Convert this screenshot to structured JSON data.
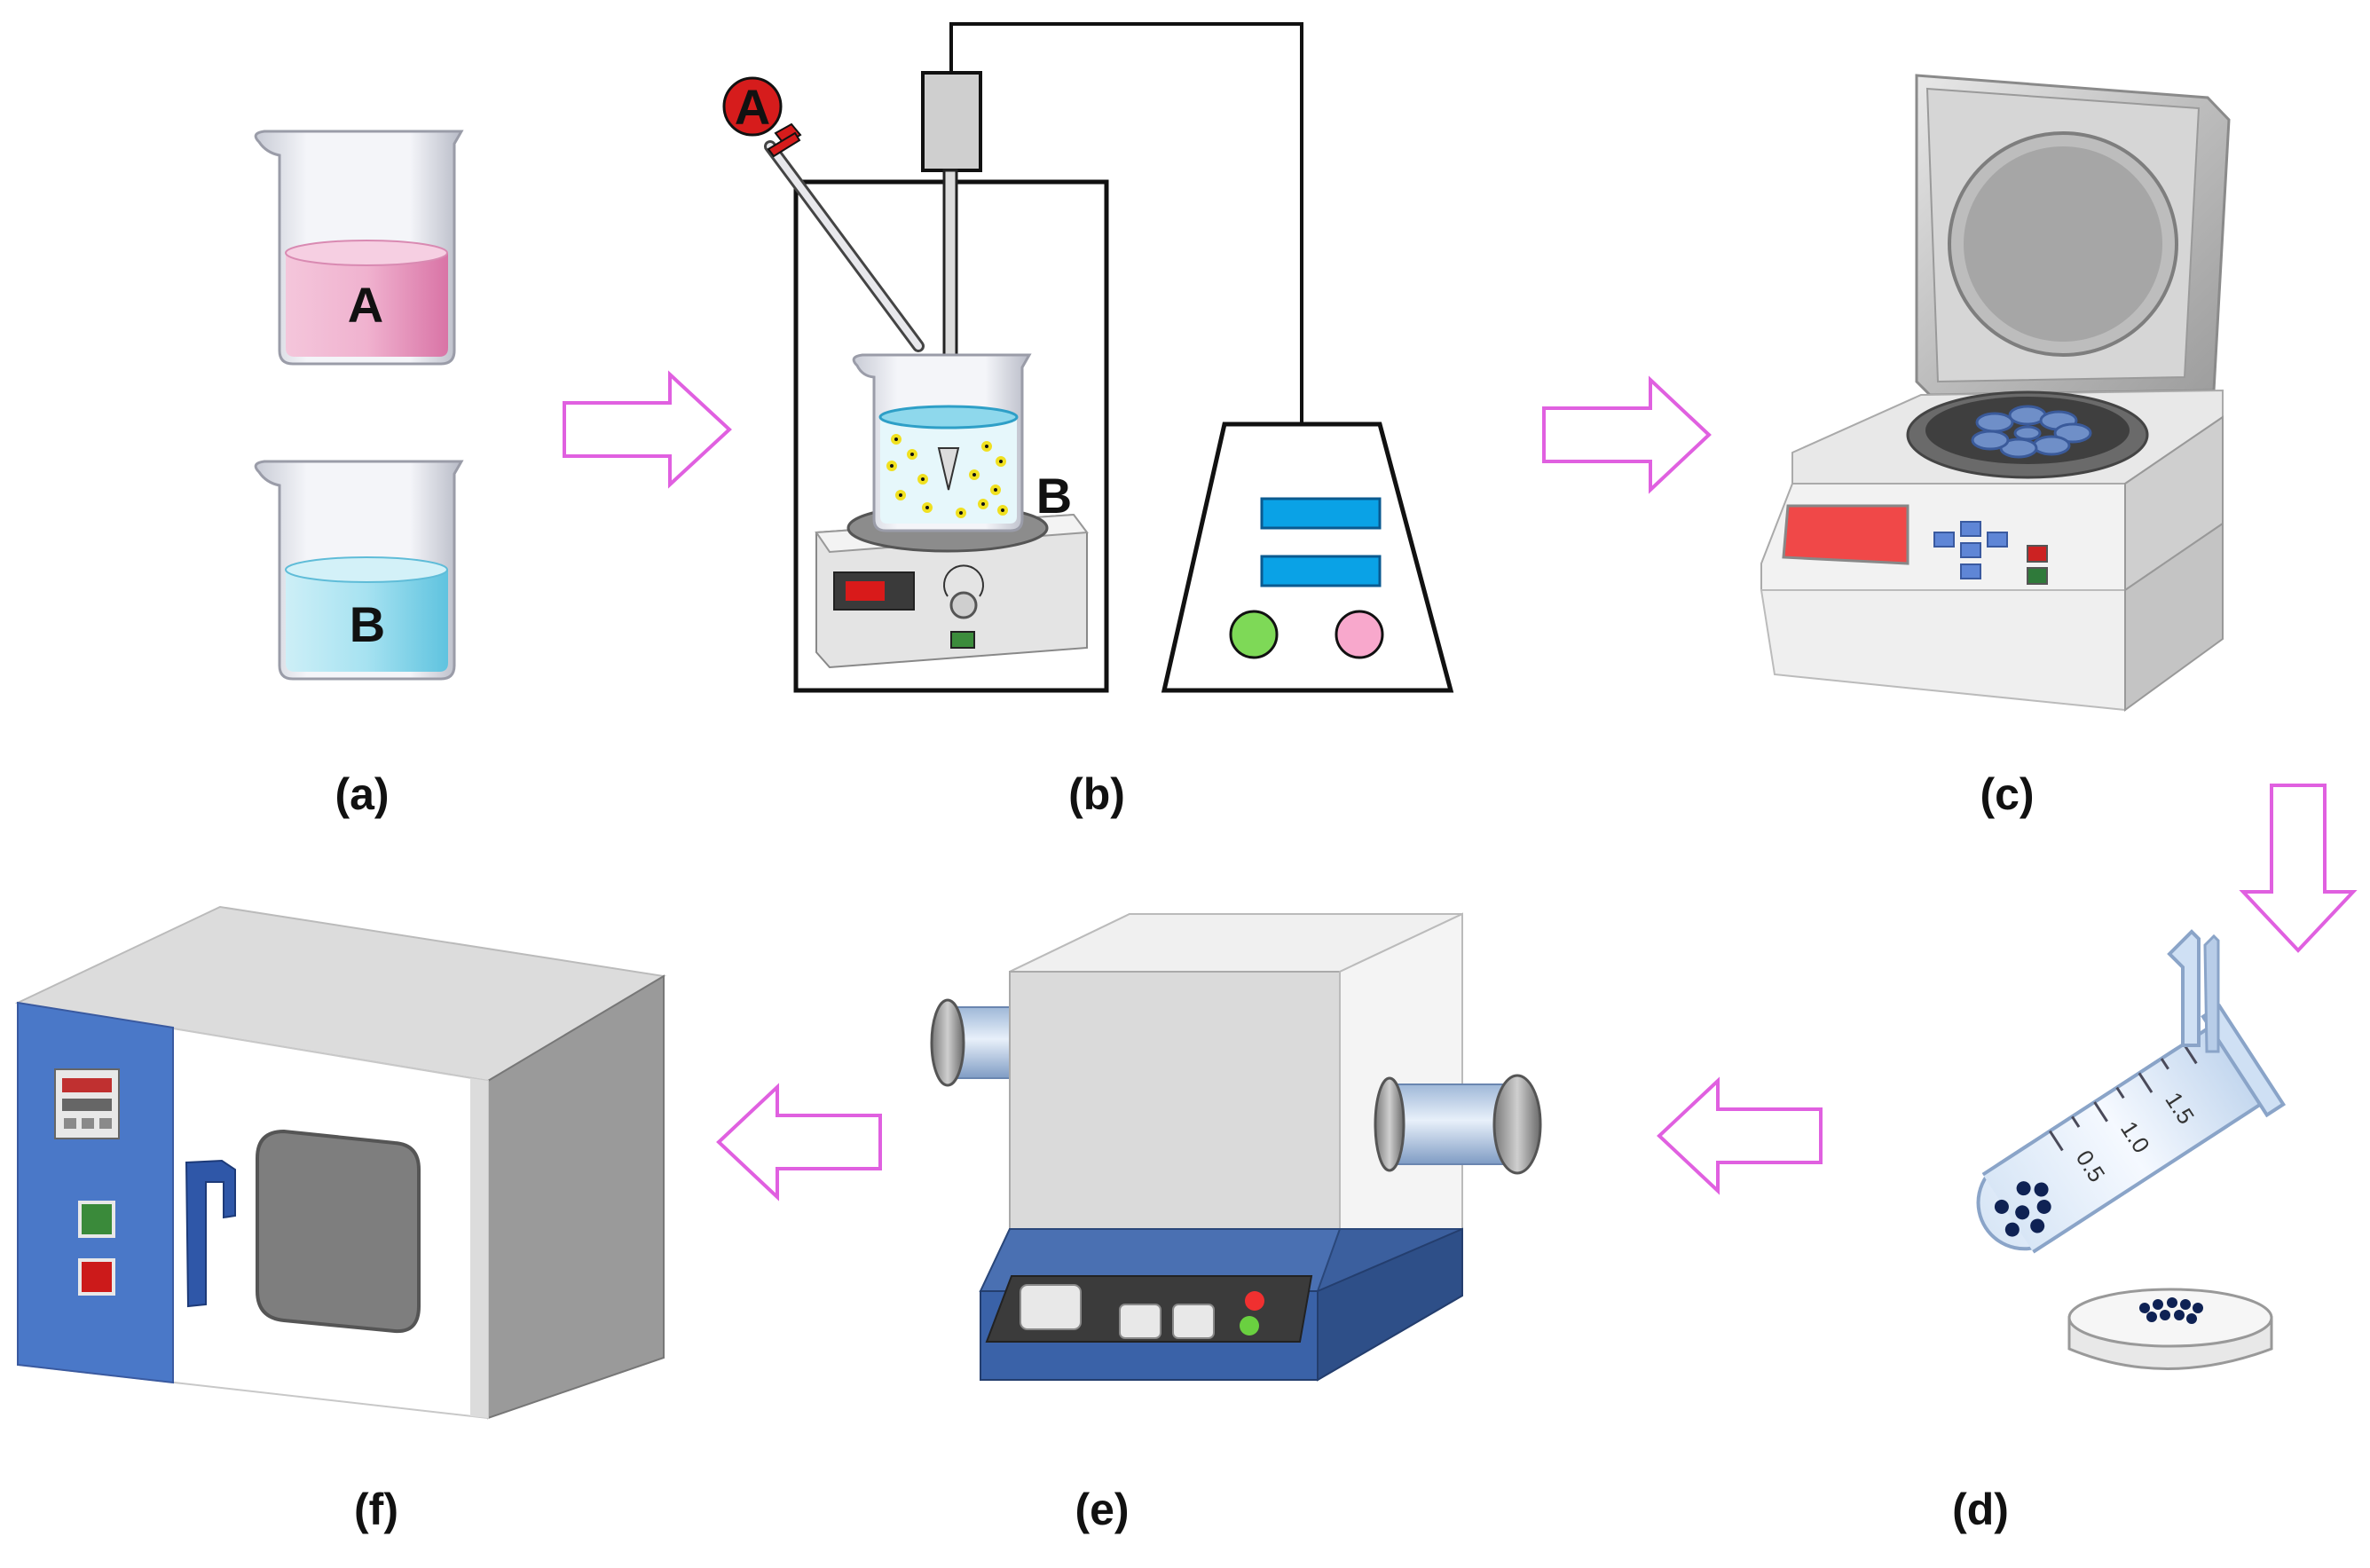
{
  "panels": {
    "a": {
      "label": "(a)",
      "beaker_a": "A",
      "beaker_b": "B"
    },
    "b": {
      "label": "(b)",
      "dropper": "A",
      "beaker": "B"
    },
    "c": {
      "label": "(c)"
    },
    "d": {
      "label": "(d)",
      "tube_marks": [
        "0.5",
        "1.0",
        "1.5"
      ]
    },
    "e": {
      "label": "(e)"
    },
    "f": {
      "label": "(f)"
    }
  },
  "colors": {
    "arrow": "#e060e0",
    "liquid_a": "#e48ab8",
    "liquid_b": "#8ed8ec",
    "screen_blue": "#0aa2e6",
    "panel_blue": "#4a74c4",
    "led_red": "#e03030"
  },
  "icons": [
    "beaker-icon",
    "dropper-icon",
    "stirrer-icon",
    "power-supply-icon",
    "centrifuge-icon",
    "test-tube-icon",
    "petri-dish-icon",
    "tube-furnace-icon",
    "drying-oven-icon",
    "arrow-icon"
  ]
}
